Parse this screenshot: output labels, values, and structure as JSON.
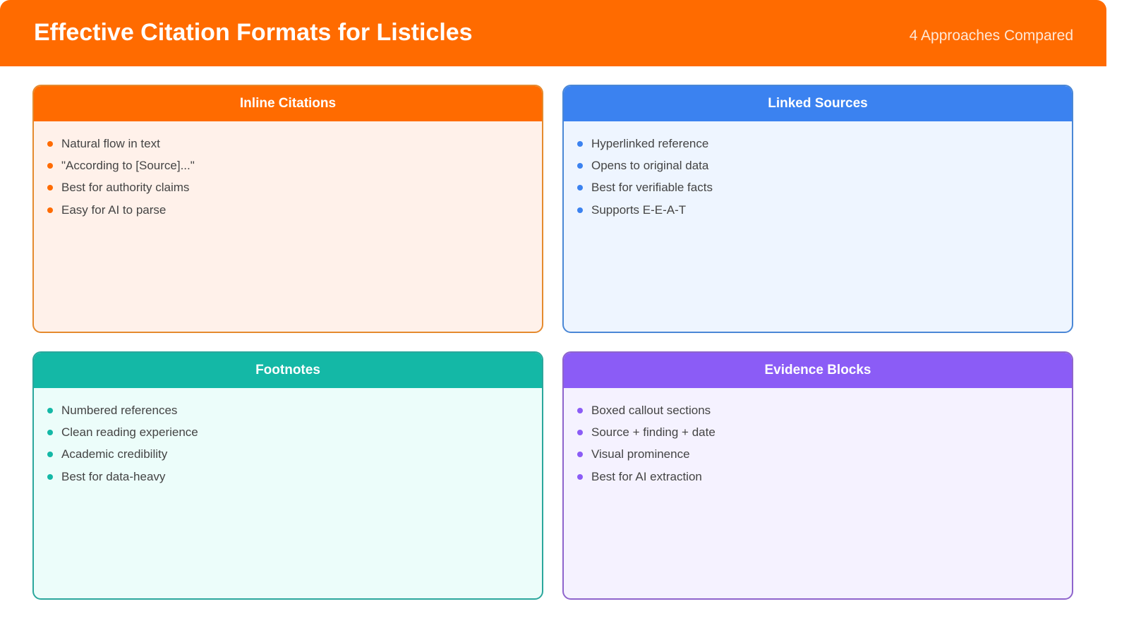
{
  "header": {
    "title": "Effective Citation Formats for Listicles",
    "subtitle": "4 Approaches Compared",
    "background_color": "#ff6b00"
  },
  "cards": [
    {
      "title": "Inline Citations",
      "accent_color": "#ff6b00",
      "border_color": "#e58a2e",
      "body_color": "#fff1ea",
      "items": [
        "Natural flow in text",
        "\"According to [Source]...\"",
        "Best for authority claims",
        "Easy for AI to parse"
      ]
    },
    {
      "title": "Linked Sources",
      "accent_color": "#3b82f0",
      "border_color": "#4a87d6",
      "body_color": "#eef5ff",
      "items": [
        "Hyperlinked reference",
        "Opens to original data",
        "Best for verifiable facts",
        "Supports E-E-A-T"
      ]
    },
    {
      "title": "Footnotes",
      "accent_color": "#14b8a6",
      "border_color": "#2ba79c",
      "body_color": "#ecfdfa",
      "items": [
        "Numbered references",
        "Clean reading experience",
        "Academic credibility",
        "Best for data-heavy"
      ]
    },
    {
      "title": "Evidence Blocks",
      "accent_color": "#8b5cf6",
      "border_color": "#8e64cc",
      "body_color": "#f5f2ff",
      "items": [
        "Boxed callout sections",
        "Source + finding + date",
        "Visual prominence",
        "Best for AI extraction"
      ]
    }
  ]
}
